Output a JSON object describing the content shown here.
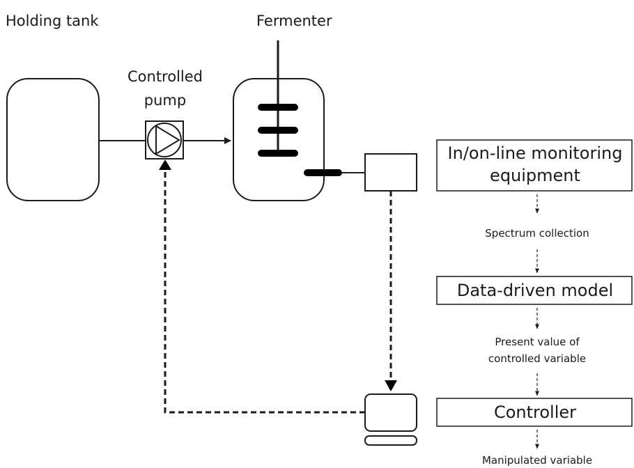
{
  "labels": {
    "holding_tank": "Holding tank",
    "fermenter": "Fermenter",
    "controlled_pump_line1": "Controlled",
    "controlled_pump_line2": "pump"
  },
  "flow": {
    "monitoring_line1": "In/on-line monitoring",
    "monitoring_line2": "equipment",
    "spectrum": "Spectrum collection",
    "model": "Data-driven model",
    "present_line1": "Present value of",
    "present_line2": "controlled variable",
    "controller": "Controller",
    "manipulated": "Manipulated variable"
  }
}
